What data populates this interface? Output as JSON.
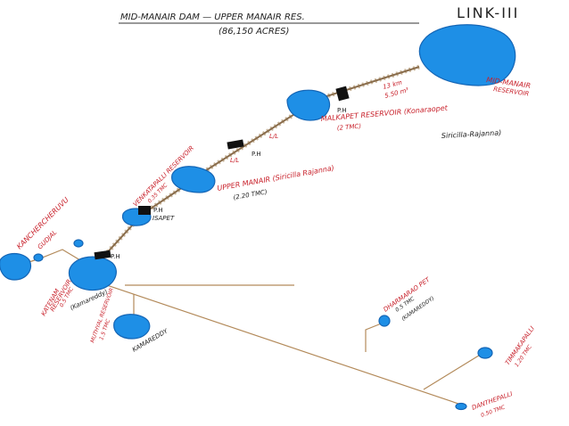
{
  "header": {
    "title": "MID-MANAIR DAM — UPPER MANAIR RES.",
    "subtitle": "(86,150 ACRES)",
    "link_label": "LINK-III"
  },
  "labels": {
    "mid_manair": [
      "MID-MANAIR",
      "RESERVOIR"
    ],
    "canal_length": [
      "13 km",
      "5.50 m³"
    ],
    "ph": "P.H",
    "malkapet": [
      "MALKAPET RESERVOIR (Konaraopet",
      "(2 TMC)",
      "Siricilla-Rajanna)"
    ],
    "lift_a": "L/L",
    "lift_b": "L/L",
    "upper_manair": [
      "UPPER MANAIR (Siricilla Rajanna)",
      "(2.20 TMC)"
    ],
    "venkatapalli": [
      "VENKATAPALLI RESERVOIR",
      "0.35 TMC"
    ],
    "isapet": "ISAPET",
    "kanchercheruvu": "KANCHERCHERUVU",
    "gudjal": "GUDJAL",
    "katenam": [
      "KATENAM",
      "RESERVOIR",
      "0.5 TMC",
      "(Kamareddy)"
    ],
    "kamareddy": "KAMAREDDY",
    "muthyal": [
      "MUTHYAL RESERVOIR",
      "1.5 TMC"
    ],
    "dharmarao": [
      "DHARMARAO PET",
      "0.5 TMC",
      "(KAMAREDDY)"
    ],
    "timmakapalli": [
      "TIMMAKAPALLI",
      "1.20 TMC"
    ],
    "danthepalli": [
      "DANTHEPALLI",
      "0.50 TMC"
    ]
  },
  "colors": {
    "reservoir": "#1e8fe6",
    "text_red": "#c8202a",
    "canal": "#8a6d4c"
  }
}
